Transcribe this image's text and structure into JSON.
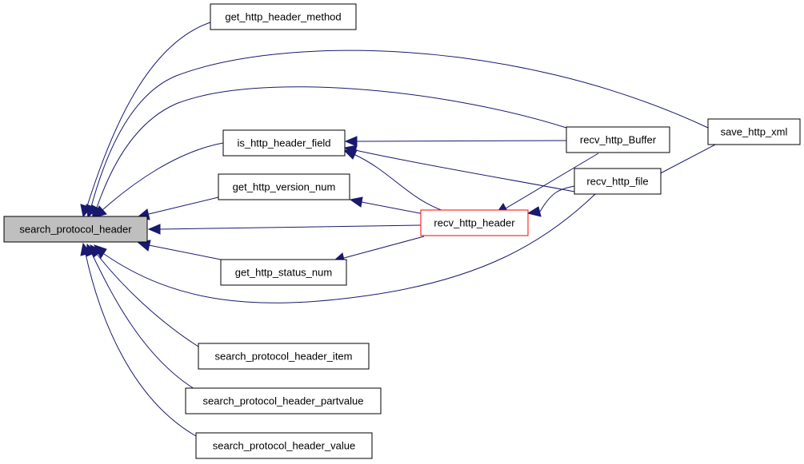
{
  "colors": {
    "edge": "#191970",
    "root_fill": "#bfbfbf",
    "node_border": "#000000",
    "highlight_border": "#ff0000",
    "node_fill": "#ffffff"
  },
  "nodes": {
    "search_protocol_header": "search_protocol_header",
    "get_http_header_method": "get_http_header_method",
    "is_http_header_field": "is_http_header_field",
    "get_http_version_num": "get_http_version_num",
    "get_http_status_num": "get_http_status_num",
    "search_protocol_header_item": "search_protocol_header_item",
    "search_protocol_header_partvalue": "search_protocol_header_partvalue",
    "search_protocol_header_value": "search_protocol_header_value",
    "recv_http_header": "recv_http_header",
    "recv_http_Buffer": "recv_http_Buffer",
    "recv_http_file": "recv_http_file",
    "save_http_xml": "save_http_xml"
  }
}
